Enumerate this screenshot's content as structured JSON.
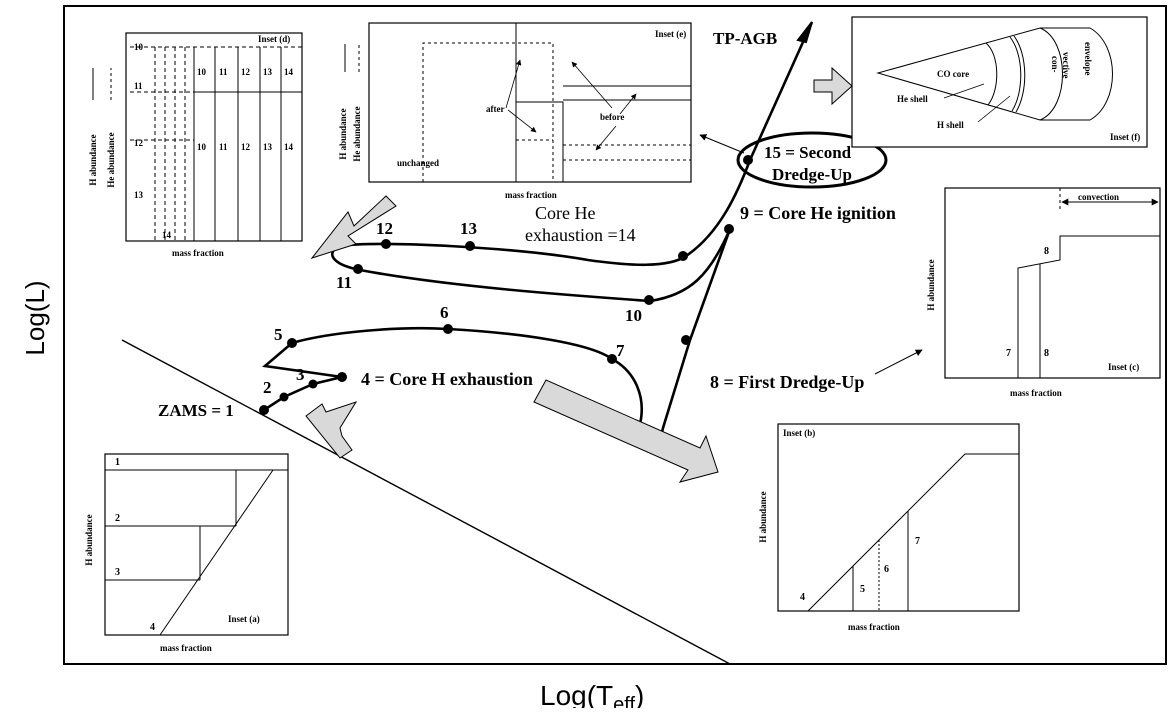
{
  "axes": {
    "y_label": "Log(L)",
    "x_label_main": "Log(T",
    "x_label_sub": "eff",
    "x_label_close": ")"
  },
  "track_points": [
    {
      "id": "1",
      "label": "ZAMS = 1"
    },
    {
      "id": "2",
      "label": "2"
    },
    {
      "id": "3",
      "label": "3"
    },
    {
      "id": "4",
      "label": "4 = Core H exhaustion"
    },
    {
      "id": "5",
      "label": "5"
    },
    {
      "id": "6",
      "label": "6"
    },
    {
      "id": "7",
      "label": "7"
    },
    {
      "id": "8",
      "label": "8 = First Dredge-Up"
    },
    {
      "id": "9",
      "label": "9 = Core He ignition"
    },
    {
      "id": "10",
      "label": "10"
    },
    {
      "id": "11",
      "label": "11"
    },
    {
      "id": "12",
      "label": "12"
    },
    {
      "id": "13",
      "label": "13"
    },
    {
      "id": "14",
      "label_line1": "Core He",
      "label_line2": "exhaustion =14"
    },
    {
      "id": "15",
      "label_line1": "15 = Second",
      "label_line2": "Dredge-Up"
    }
  ],
  "tp_agb_label": "TP-AGB",
  "insets": {
    "a": {
      "title": "Inset (a)",
      "ylabel": "H abundance",
      "xlabel": "mass fraction",
      "levels": [
        "1",
        "2",
        "3",
        "4"
      ]
    },
    "b": {
      "title": "Inset (b)",
      "ylabel": "H abundance",
      "xlabel": "mass fraction",
      "levels": [
        "4",
        "5",
        "6",
        "7"
      ]
    },
    "c": {
      "title": "Inset (c)",
      "ylabel": "H abundance",
      "xlabel": "mass fraction",
      "convection": "convection",
      "levels": [
        "7",
        "8",
        "8"
      ]
    },
    "d": {
      "title": "Inset (d)",
      "ylabel1": "H abundance",
      "ylabel2": "He abundance",
      "xlabel": "mass fraction",
      "left_levels": [
        "10",
        "11",
        "12",
        "13",
        "14"
      ],
      "columns": [
        "10",
        "11",
        "12",
        "13",
        "14"
      ]
    },
    "e": {
      "title": "Inset (e)",
      "ylabel1": "H abundance",
      "ylabel2": "He abundance",
      "xlabel": "mass fraction",
      "after": "after",
      "before": "before",
      "unchanged": "unchanged"
    },
    "f": {
      "title": "Inset (f)",
      "co_core": "CO core",
      "he_shell": "He shell",
      "h_shell": "H shell",
      "conv_line1": "con-",
      "conv_line2": "vective",
      "envelope": "envelope"
    }
  },
  "colors": {
    "ink": "#000000",
    "arrow_fill": "#d9d9d9",
    "background": "#ffffff"
  }
}
